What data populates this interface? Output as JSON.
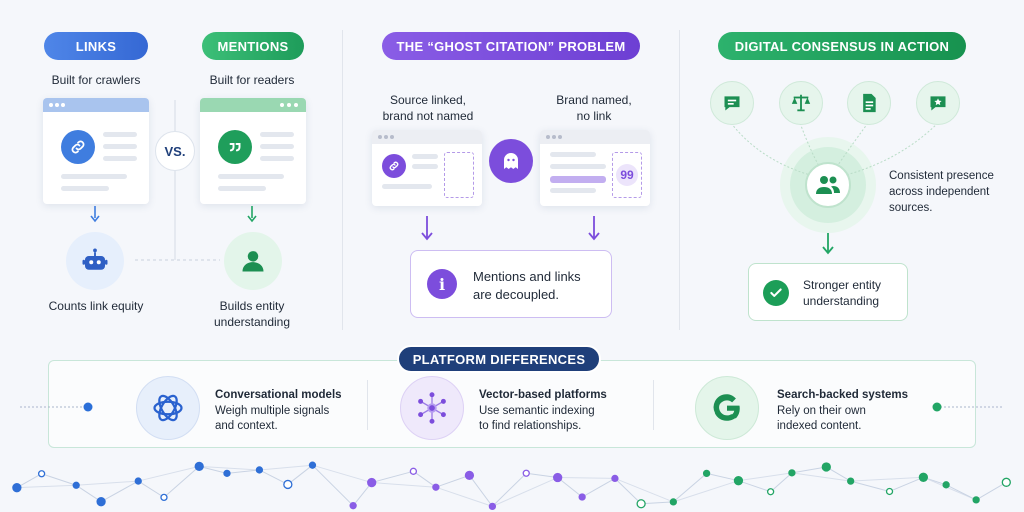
{
  "links": {
    "pill": "LINKS",
    "caption": "Built for crawlers",
    "bottom": "Counts link equity"
  },
  "mentions": {
    "pill": "MENTIONS",
    "caption": "Built for readers",
    "bottom_line1": "Builds entity",
    "bottom_line2": "understanding"
  },
  "vs": "VS.",
  "ghost": {
    "pill": "THE “GHOST CITATION” PROBLEM",
    "left_line1": "Source linked,",
    "left_line2": "brand not named",
    "right_line1": "Brand named,",
    "right_line2": "no link",
    "result_line1": "Mentions and links",
    "result_line2": "are decoupled."
  },
  "consensus": {
    "pill": "DIGITAL CONSENSUS IN ACTION",
    "side_line1": "Consistent presence",
    "side_line2": "across independent",
    "side_line3": "sources.",
    "result_line1": "Stronger entity",
    "result_line2": "understanding"
  },
  "platforms": {
    "pill": "PLATFORM DIFFERENCES",
    "items": [
      {
        "title": "Conversational models",
        "line1": "Weigh multiple signals",
        "line2": "and context.",
        "icon": "openai-knot-icon"
      },
      {
        "title": "Vector-based platforms",
        "line1": "Use semantic indexing",
        "line2": "to find relationships.",
        "icon": "network-node-icon"
      },
      {
        "title": "Search-backed systems",
        "line1": "Rely on their own",
        "line2": "indexed content.",
        "icon": "google-g-icon"
      }
    ]
  },
  "colors": {
    "blue": "#3b7ddd",
    "green": "#22a565",
    "purple": "#7c4ddc",
    "navy": "#1f3f7a"
  }
}
